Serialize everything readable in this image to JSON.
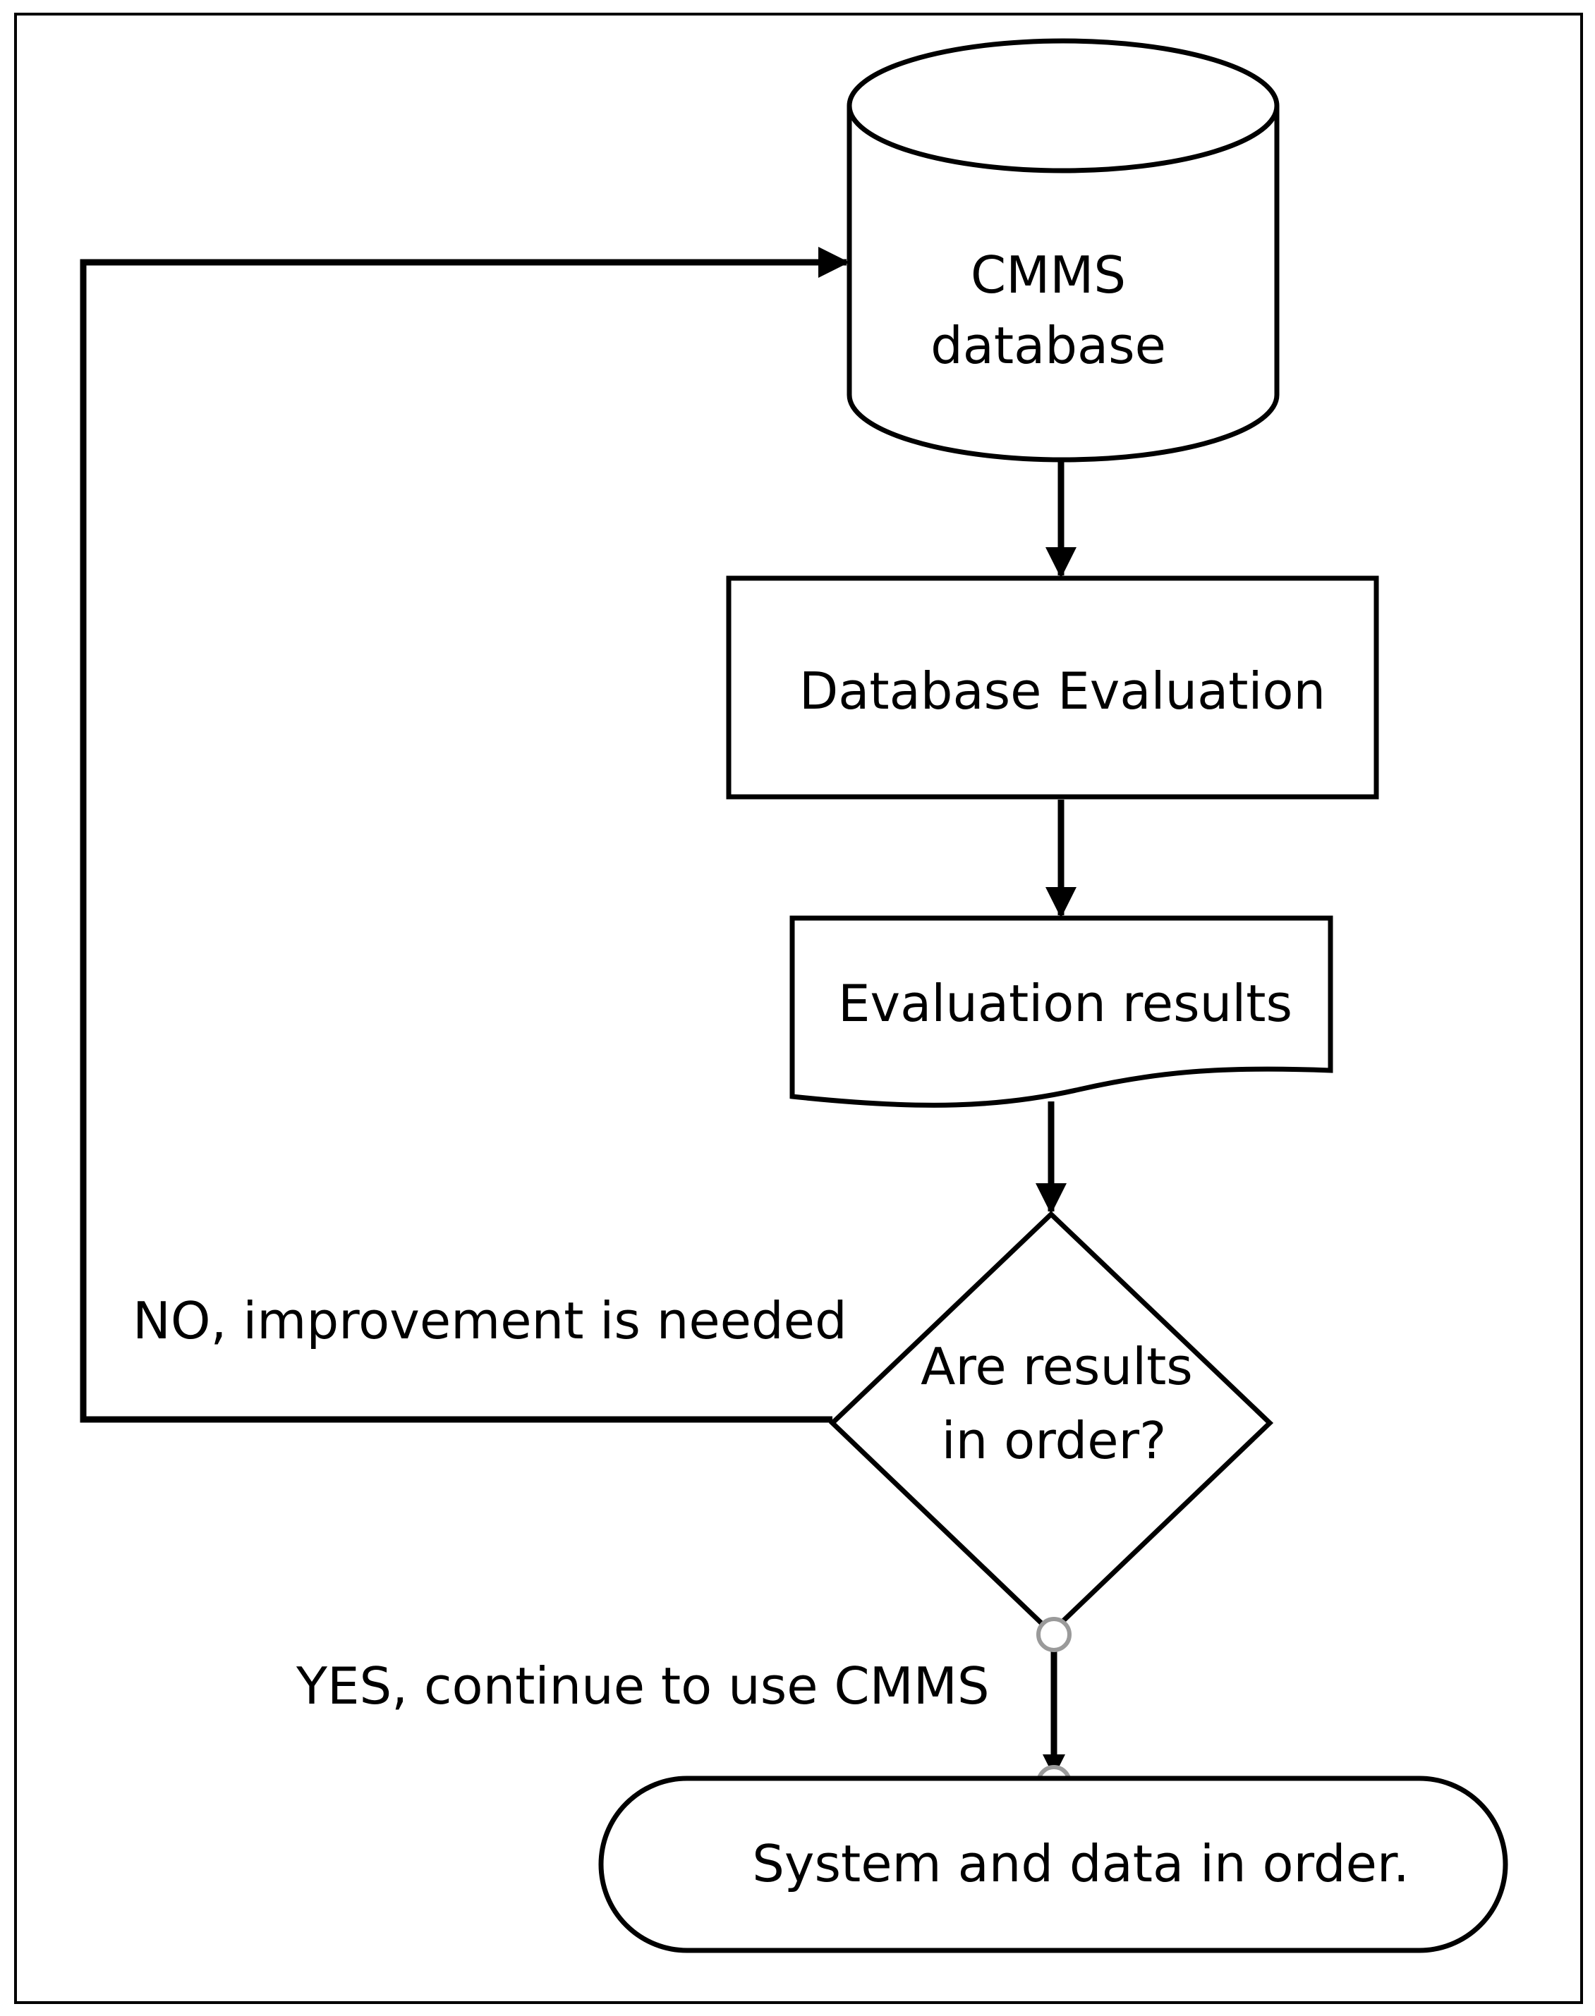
{
  "diagram": {
    "nodes": {
      "database": {
        "line1": "CMMS",
        "line2": "database"
      },
      "evaluation": {
        "label": "Database Evaluation"
      },
      "results": {
        "label": "Evaluation results"
      },
      "decision": {
        "line1": "Are results",
        "line2": "in order?"
      },
      "terminal": {
        "label": "System and data in order."
      }
    },
    "edges": {
      "no_label": "NO, improvement is needed",
      "yes_label": "YES, continue to use CMMS"
    }
  }
}
